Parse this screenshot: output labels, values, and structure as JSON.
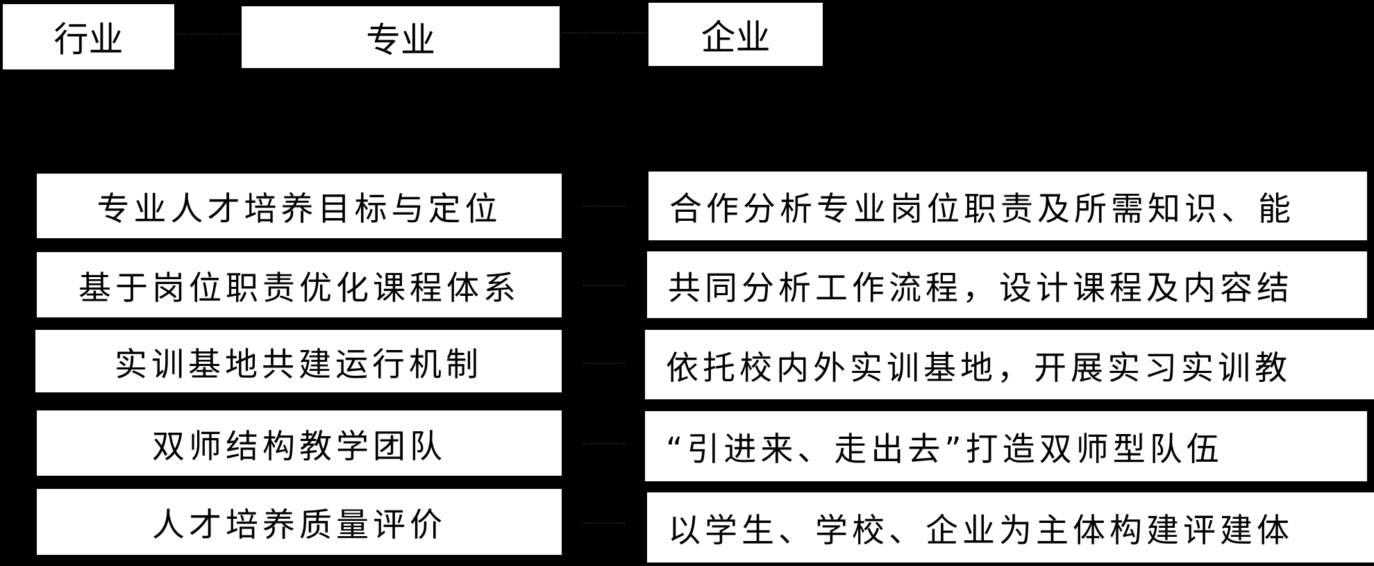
{
  "top": {
    "industry": "行业",
    "major": "专业",
    "enterprise": "企业"
  },
  "major_items": [
    "专业人才培养目标与定位",
    "基于岗位职责优化课程体系",
    "实训基地共建运行机制",
    "双师结构教学团队",
    "人才培养质量评价"
  ],
  "enterprise_items": [
    "合作分析专业岗位职责及所需知识、能",
    "共同分析工作流程，设计课程及内容结",
    "依托校内外实训基地，开展实习实训教",
    "“引进来、走出去”打造双师型队伍",
    "以学生、学校、企业为主体构建评建体"
  ]
}
